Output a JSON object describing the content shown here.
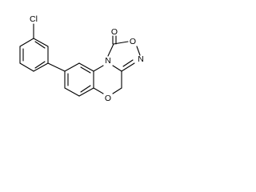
{
  "molecule": {
    "atoms": {
      "cl": "Cl",
      "o_carbonyl": "O",
      "o_ring_oxadiazole": "O",
      "n_imine": "N",
      "n_bridge": "N",
      "o_ether": "O"
    }
  }
}
